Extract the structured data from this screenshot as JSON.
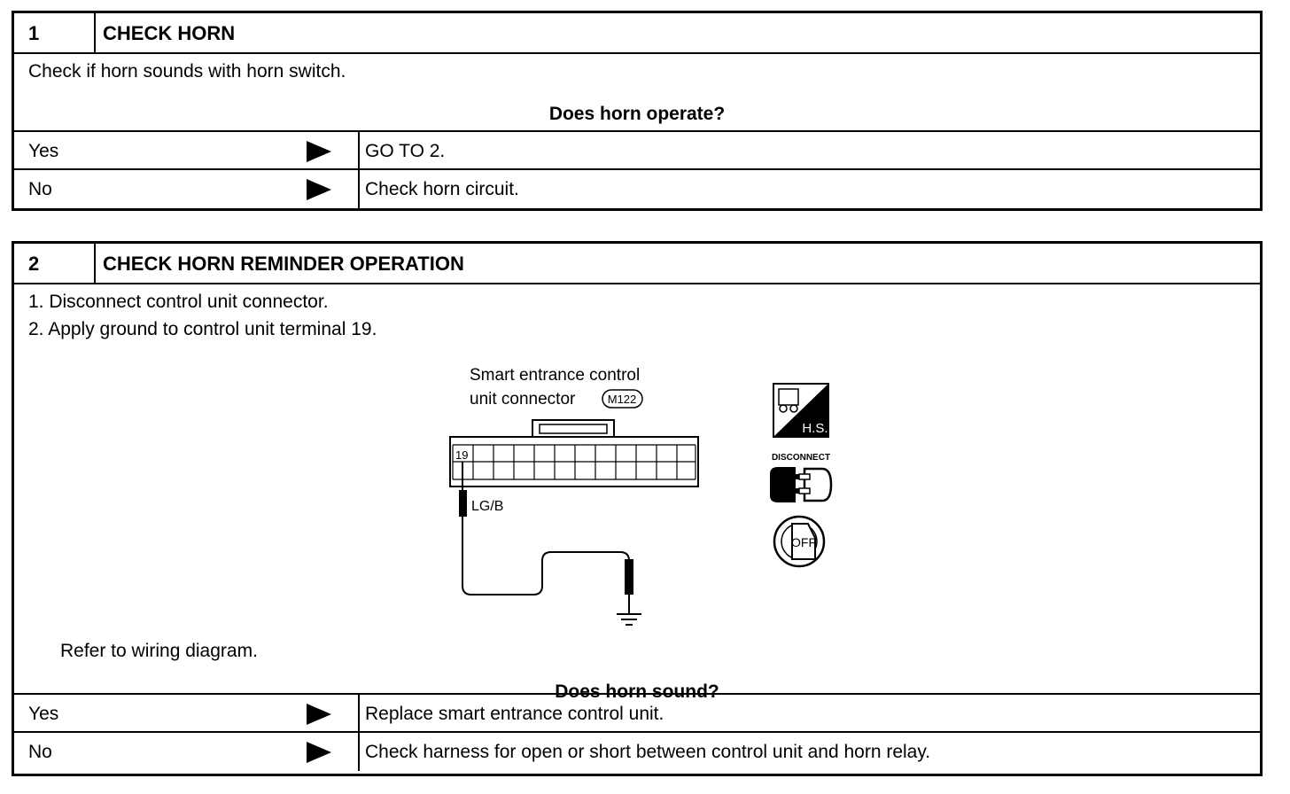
{
  "step1": {
    "number": "1",
    "title": "CHECK HORN",
    "instruction": "Check if horn sounds with horn switch.",
    "question": "Does horn operate?",
    "answers": [
      {
        "label": "Yes",
        "result": "GO TO 2."
      },
      {
        "label": "No",
        "result": "Check horn circuit."
      }
    ]
  },
  "step2": {
    "number": "2",
    "title": "CHECK HORN REMINDER OPERATION",
    "instructions": [
      "1.  Disconnect control unit connector.",
      "2.  Apply ground to control unit terminal 19."
    ],
    "diagram": {
      "caption_line1": "Smart entrance control",
      "caption_line2": "unit connector",
      "connector_id": "M122",
      "terminal": "19",
      "wire_color": "LG/B",
      "icon_hs_label": "H.S.",
      "icon_disconnect_label": "DISCONNECT",
      "icon_ignition_label": "OFF"
    },
    "note": "Refer to wiring diagram.",
    "question": "Does horn sound?",
    "answers": [
      {
        "label": "Yes",
        "result": "Replace smart entrance control unit."
      },
      {
        "label": "No",
        "result": "Check harness for open or short between control unit and horn relay."
      }
    ]
  }
}
